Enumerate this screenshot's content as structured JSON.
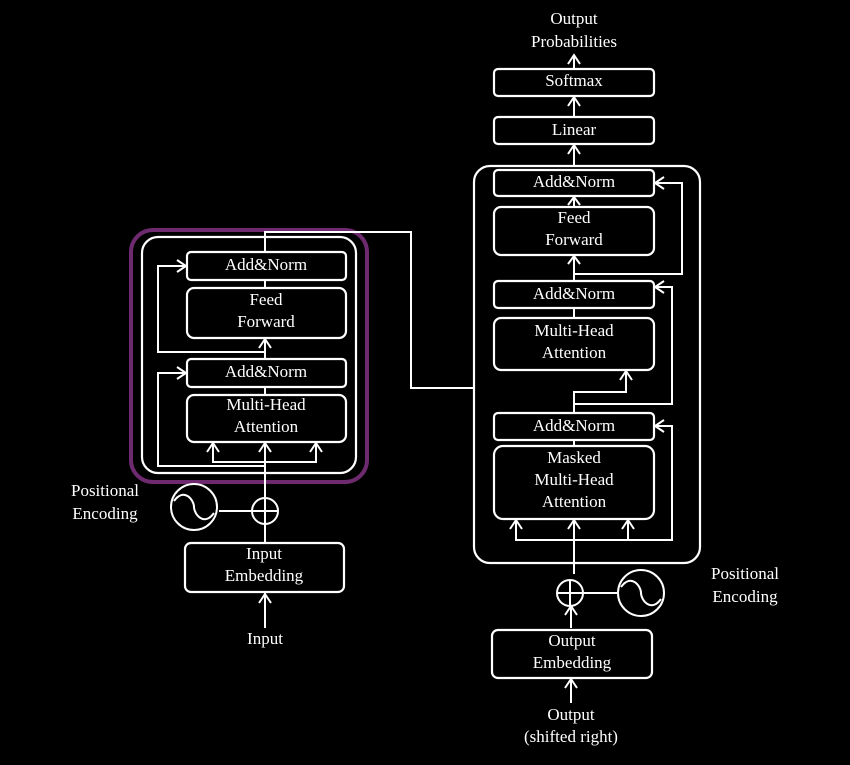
{
  "colors": {
    "background": "#000000",
    "foreground": "#ffffff",
    "highlight": "#6e2a6e"
  },
  "encoder": {
    "add_norm_top": "Add&Norm",
    "feed_forward_line1": "Feed",
    "feed_forward_line2": "Forward",
    "add_norm_bottom": "Add&Norm",
    "attention_line1": "Multi-Head",
    "attention_line2": "Attention",
    "positional_line1": "Positional",
    "positional_line2": "Encoding",
    "embedding_line1": "Input",
    "embedding_line2": "Embedding",
    "input_label": "Input"
  },
  "decoder": {
    "output_line1": "Output",
    "output_line2": "Probabilities",
    "softmax": "Softmax",
    "linear": "Linear",
    "add_norm_top": "Add&Norm",
    "feed_forward_line1": "Feed",
    "feed_forward_line2": "Forward",
    "add_norm_middle": "Add&Norm",
    "cross_attention_line1": "Multi-Head",
    "cross_attention_line2": "Attention",
    "add_norm_bottom": "Add&Norm",
    "masked_line1": "Masked",
    "masked_line2": "Multi-Head",
    "masked_line3": "Attention",
    "positional_line1": "Positional",
    "positional_line2": "Encoding",
    "embedding_line1": "Output",
    "embedding_line2": "Embedding",
    "input_line1": "Output",
    "input_line2": "(shifted right)"
  },
  "icons": {
    "sinusoid": "sine-wave-icon",
    "add": "circled-plus-icon"
  }
}
